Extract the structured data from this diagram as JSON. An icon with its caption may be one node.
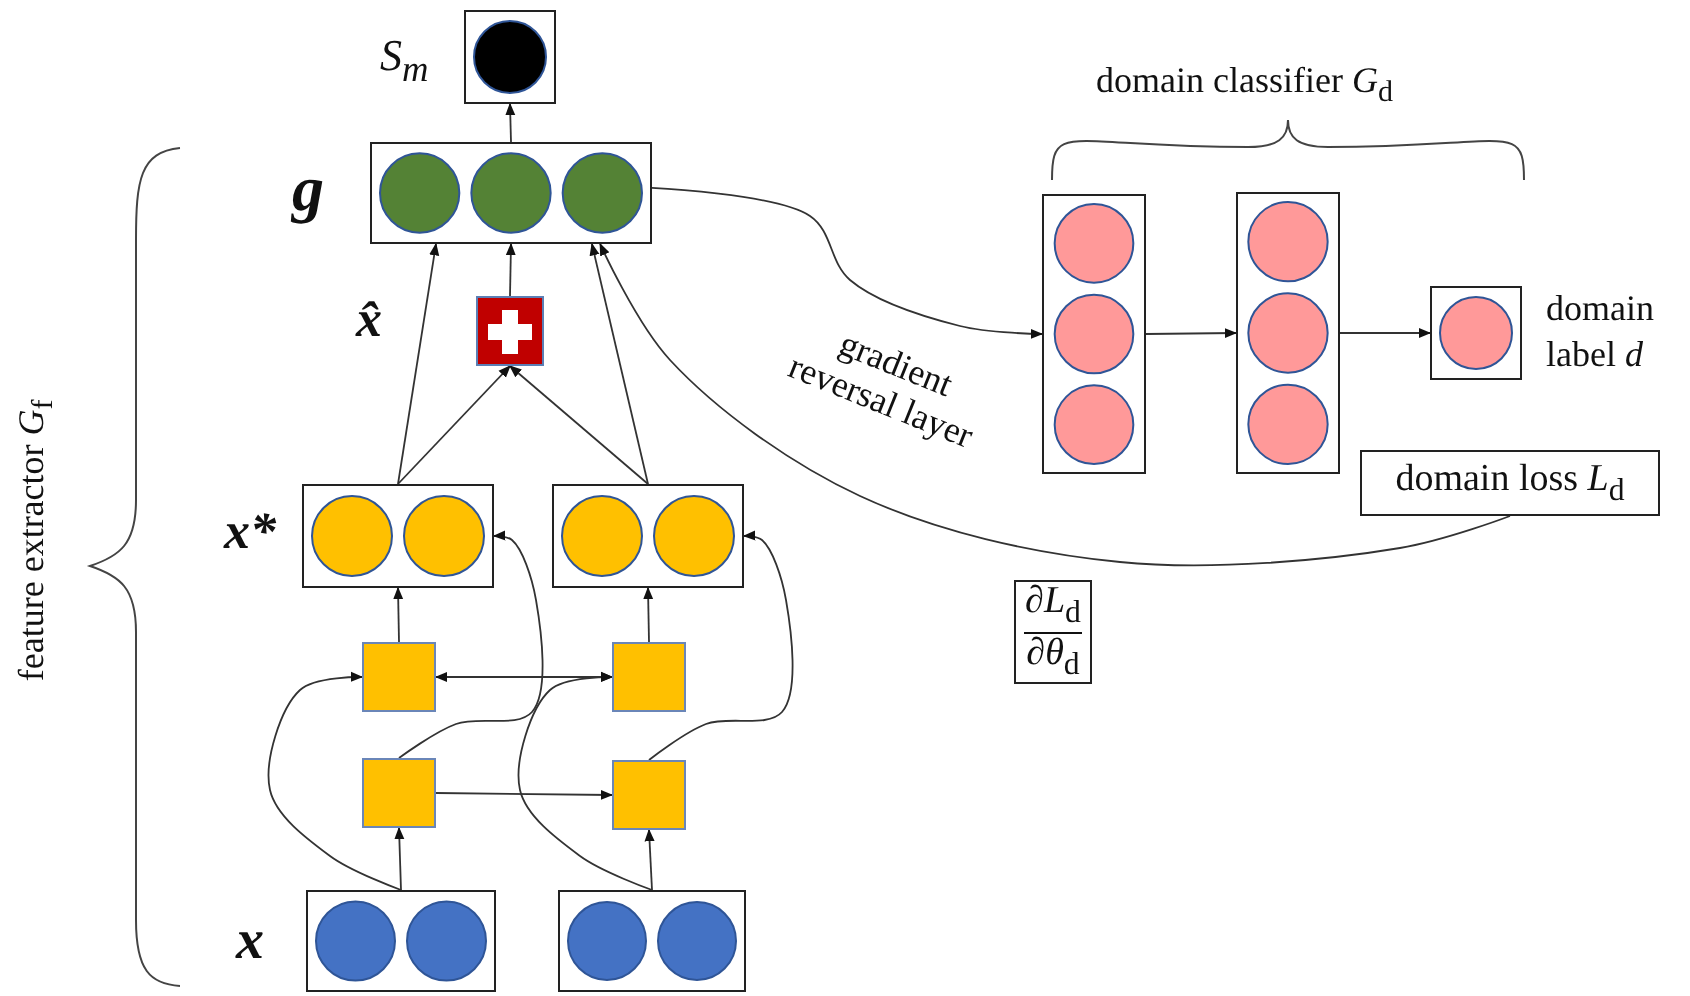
{
  "diagram": {
    "nodes": [
      {
        "text": [],
        "shape": "box",
        "beside": [
          "S$_{m}$"
        ]
      },
      {
        "text": [],
        "shape": "box",
        "beside": [
          "g"
        ]
      },
      {
        "text": [],
        "shape": "box",
        "beside": [
          "x̂"
        ]
      },
      {
        "text": [],
        "shape": "box",
        "beside": [
          "x*"
        ]
      },
      {
        "text": [],
        "shape": "box"
      },
      {
        "text": [],
        "shape": "box"
      },
      {
        "text": [],
        "shape": "box"
      },
      {
        "text": [],
        "shape": "box"
      },
      {
        "text": [],
        "shape": "box"
      },
      {
        "text": [],
        "shape": "box",
        "beside": [
          "x"
        ]
      },
      {
        "text": [],
        "shape": "box"
      },
      {
        "text": [],
        "shape": "box"
      },
      {
        "text": [],
        "shape": "box"
      },
      {
        "text": [],
        "shape": "box",
        "beside": [
          "domain label *d*"
        ]
      },
      {
        "text": [
          "domain loss *L*$_{d}$"
        ]
      },
      {
        "text": [
          "∂*L*$_{d}$",
          "∂*θ*$_{d}$"
        ]
      }
    ],
    "edges": [
      {
        "from": 1,
        "to": 0,
        "arrow": "to"
      },
      {
        "from": 2,
        "to": 1,
        "arrow": "to"
      },
      {
        "from": 3,
        "to": 1,
        "arrow": "to"
      },
      {
        "from": 4,
        "to": 1,
        "arrow": "to"
      },
      {
        "from": 3,
        "to": 2,
        "arrow": "to"
      },
      {
        "from": 4,
        "to": 2,
        "arrow": "to"
      },
      {
        "from": 14,
        "to": 1,
        "arrow": "to"
      },
      {
        "from": 1,
        "to": 11,
        "arrow": "to"
      },
      {
        "from": 11,
        "to": 12,
        "arrow": "to"
      },
      {
        "from": 12,
        "to": 13,
        "arrow": "to"
      },
      {
        "from": 5,
        "to": 3,
        "arrow": "to"
      },
      {
        "from": 6,
        "to": 4,
        "arrow": "to"
      },
      {
        "from": 7,
        "to": 8,
        "arrow": "to"
      },
      {
        "from": 6,
        "to": 5,
        "arrow": "both"
      },
      {
        "from": 9,
        "to": 7,
        "arrow": "to"
      },
      {
        "from": 10,
        "to": 8,
        "arrow": "to"
      },
      {
        "from": 9,
        "to": 5,
        "arrow": "to"
      },
      {
        "from": 10,
        "to": 6,
        "arrow": "to"
      },
      {
        "from": 7,
        "to": 3,
        "arrow": "to"
      },
      {
        "from": 8,
        "to": 4,
        "arrow": "to"
      }
    ],
    "labels": [
      "domain classifier *G*$_{d}$",
      "feature extractor *G*$_{f}$",
      "gradient reversal layer"
    ]
  }
}
